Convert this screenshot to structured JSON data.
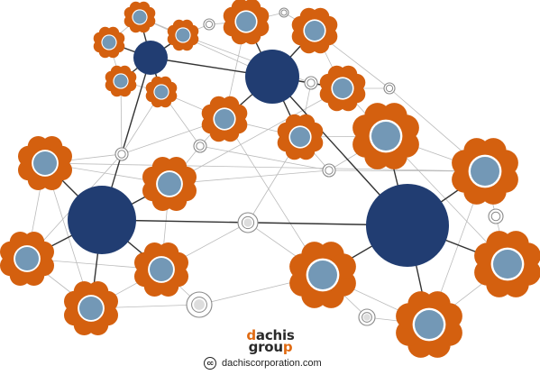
{
  "brand": {
    "logo_line1_accent": "d",
    "logo_line1_rest": "achis",
    "logo_line2_rest": "grou",
    "logo_line2_accent": "p",
    "cc_glyph": "cc",
    "url": "dachiscorporation.com"
  },
  "colors": {
    "hub": "#213d72",
    "petal": "#d4600f",
    "flower_center": "#7398b6",
    "edge": "#bbbbbb",
    "hub_edge": "#333333",
    "ring": "#8a8a8a"
  },
  "icons": [
    "creative-commons-icon"
  ]
}
